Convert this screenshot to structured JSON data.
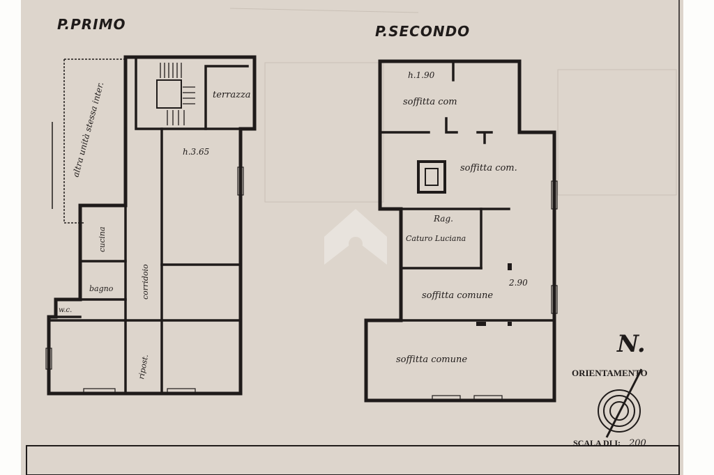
{
  "floors": [
    {
      "title": "P.PRIMO",
      "rooms": {
        "terrazza": "terrazza",
        "height": "h.3.65",
        "adjacent": "altra unità stessa inter.",
        "cucina": "cucina",
        "bagno": "bagno",
        "wc": "w.c.",
        "corridoio": "corridoio",
        "ripost": "ripost."
      }
    },
    {
      "title": "P.SECONDO",
      "rooms": {
        "height_top": "h.1.90",
        "soffitta_1": "soffitta com",
        "soffitta_2": "soffitta com.",
        "rag": "Rag.",
        "owner": "Caturo Luciana",
        "height_mid": "2.90",
        "soffitta_3": "soffitta comune",
        "soffitta_4": "soffitta comune"
      }
    }
  ],
  "legend": {
    "orientation_mark": "N.",
    "orientation_label": "ORIENTAMENTO",
    "scale_label": "SCALA DI I:",
    "scale_value": "200"
  },
  "colors": {
    "paper": "#ddd5cc",
    "ink": "#1f1b1a",
    "border": "#fdfdfb"
  }
}
